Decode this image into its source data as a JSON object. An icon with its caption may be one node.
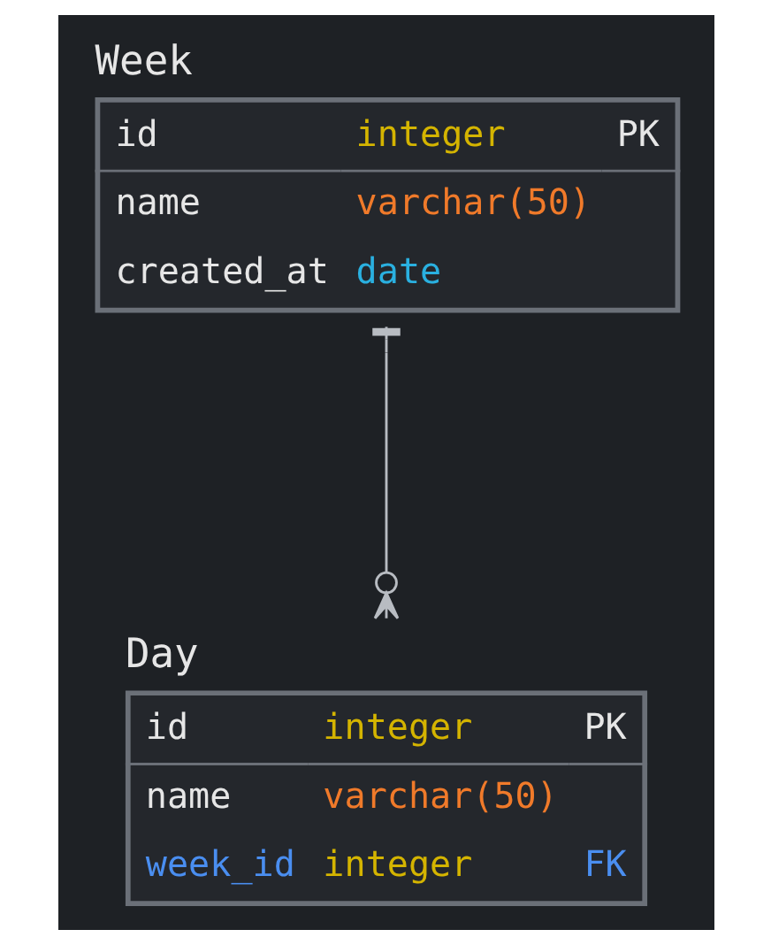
{
  "diagram": {
    "nodes": [
      {
        "text": [
          "Week",
          "id",
          "integer",
          "PK",
          "name",
          "varchar(50)",
          "created_at",
          "date"
        ]
      },
      {
        "text": [
          "Day",
          "id",
          "integer",
          "PK",
          "name",
          "varchar(50)",
          "week_id",
          "integer",
          "FK"
        ]
      }
    ],
    "edges": [
      {
        "from": 0,
        "to": 1,
        "arrow": "other"
      }
    ]
  }
}
